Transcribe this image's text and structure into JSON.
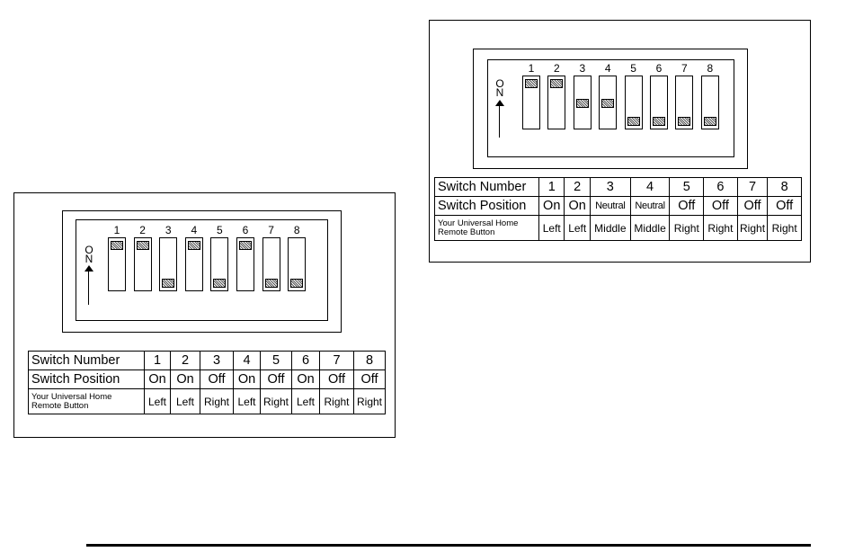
{
  "left_figure": {
    "on_label": [
      "O",
      "N"
    ],
    "switches": [
      {
        "number": "1",
        "state": "on"
      },
      {
        "number": "2",
        "state": "on"
      },
      {
        "number": "3",
        "state": "off"
      },
      {
        "number": "4",
        "state": "on"
      },
      {
        "number": "5",
        "state": "off"
      },
      {
        "number": "6",
        "state": "on"
      },
      {
        "number": "7",
        "state": "off"
      },
      {
        "number": "8",
        "state": "off"
      }
    ],
    "table": {
      "row_labels": [
        "Switch Number",
        "Switch Position",
        "Your Universal Home Remote Button"
      ],
      "numbers": [
        "1",
        "2",
        "3",
        "4",
        "5",
        "6",
        "7",
        "8"
      ],
      "positions": [
        "On",
        "On",
        "Off",
        "On",
        "Off",
        "On",
        "Off",
        "Off"
      ],
      "buttons": [
        "Left",
        "Left",
        "Right",
        "Left",
        "Right",
        "Left",
        "Right",
        "Right"
      ]
    }
  },
  "right_figure": {
    "on_label": [
      "O",
      "N"
    ],
    "switches": [
      {
        "number": "1",
        "state": "on"
      },
      {
        "number": "2",
        "state": "on"
      },
      {
        "number": "3",
        "state": "neutral"
      },
      {
        "number": "4",
        "state": "neutral"
      },
      {
        "number": "5",
        "state": "off"
      },
      {
        "number": "6",
        "state": "off"
      },
      {
        "number": "7",
        "state": "off"
      },
      {
        "number": "8",
        "state": "off"
      }
    ],
    "table": {
      "row_labels": [
        "Switch Number",
        "Switch Position",
        "Your Universal Home Remote Button"
      ],
      "numbers": [
        "1",
        "2",
        "3",
        "4",
        "5",
        "6",
        "7",
        "8"
      ],
      "positions": [
        "On",
        "On",
        "Neutral",
        "Neutral",
        "Off",
        "Off",
        "Off",
        "Off"
      ],
      "buttons": [
        "Left",
        "Left",
        "Middle",
        "Middle",
        "Right",
        "Right",
        "Right",
        "Right"
      ]
    }
  }
}
